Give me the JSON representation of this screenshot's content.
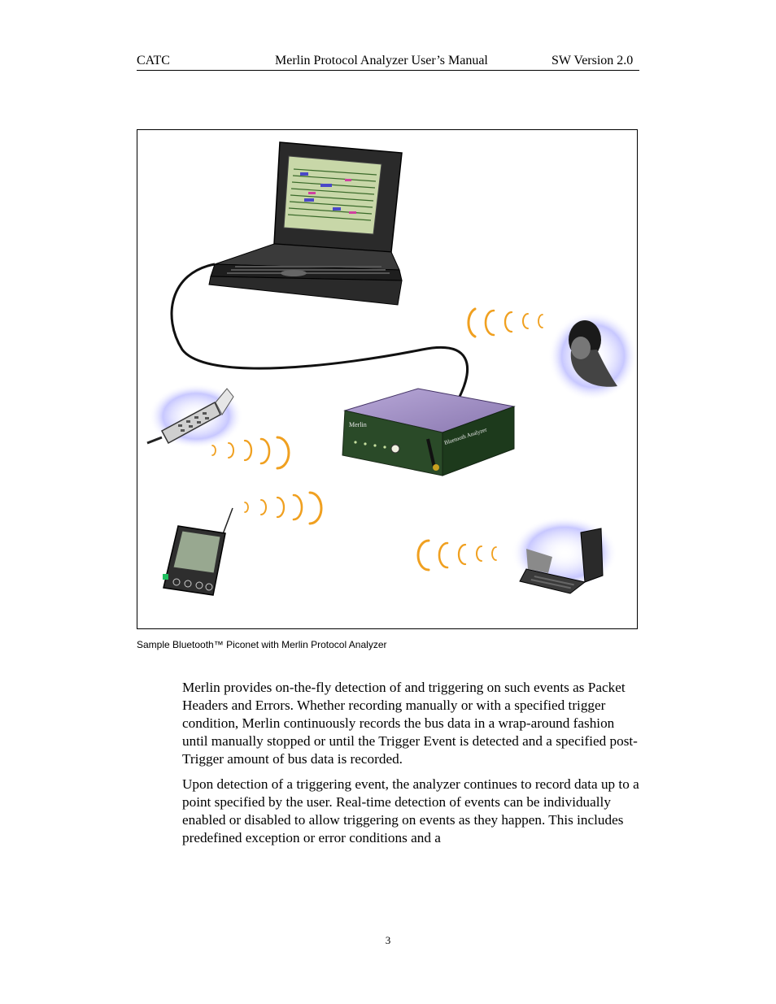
{
  "header": {
    "left": "CATC",
    "center": "Merlin Protocol Analyzer User’s Manual",
    "right": "SW Version 2.0"
  },
  "figure": {
    "caption": "Sample Bluetooth™ Piconet with Merlin Protocol Analyzer",
    "analyzer_labels": {
      "brand": "Merlin",
      "product": "Bluetooth Analyzer"
    },
    "colors": {
      "analyzer_body": "#7d6aa0",
      "signal_waves": "#f0a020",
      "device_glow": "#8888ff"
    },
    "icons": [
      "laptop-icon",
      "cable-icon",
      "analyzer-box-icon",
      "antenna-icon",
      "cell-phone-icon",
      "pda-icon",
      "headset-user-icon",
      "laptop-user-icon",
      "signal-wave-icon"
    ]
  },
  "body": {
    "paragraphs": [
      "Merlin provides on-the-fly detection of and triggering on such events as Packet Headers and Errors. Whether recording manually or with a specified trigger condition, Merlin continuously records the bus data in a wrap-around fashion until manually stopped or until the Trigger Event is detected and a specified post-Trigger amount of bus data is recorded.",
      "Upon detection of a triggering event, the analyzer continues to record data up to a point specified by the user. Real-time detection of events can be individually enabled or disabled to allow triggering on events as they happen. This includes predefined exception or error conditions and a"
    ]
  },
  "footer": {
    "page_number": "3"
  }
}
